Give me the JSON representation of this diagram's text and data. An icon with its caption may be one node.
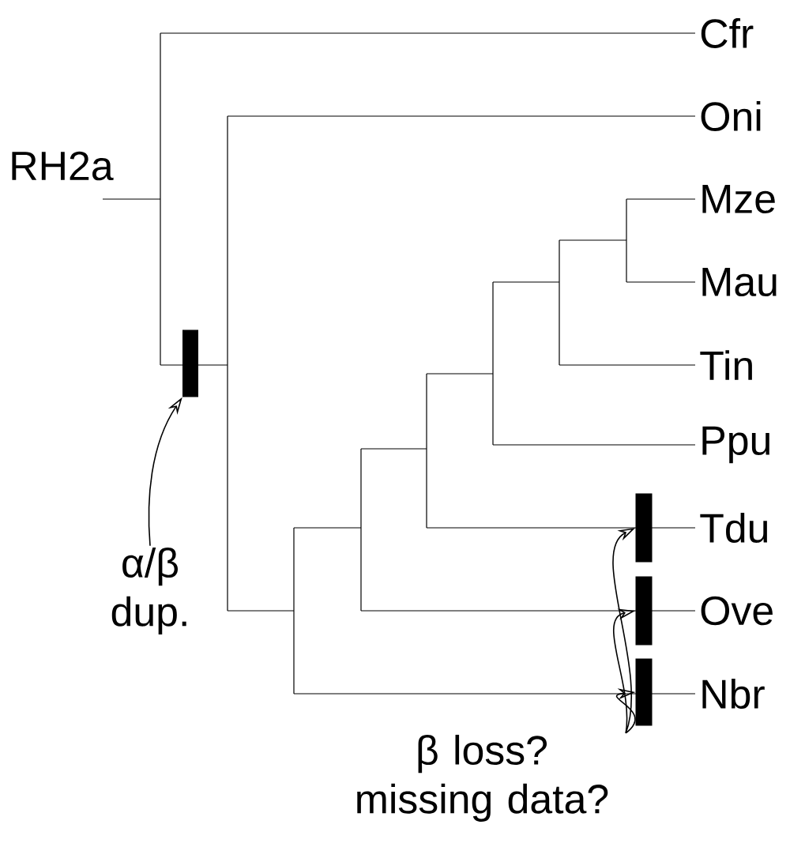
{
  "diagram": {
    "nodes": [
      {
        "text": [],
        "shape": "bar"
      },
      {
        "text": [
          "α/β dup."
        ]
      },
      {
        "text": [],
        "shape": "bar"
      },
      {
        "text": [],
        "shape": "bar"
      },
      {
        "text": [],
        "shape": "bar"
      },
      {
        "text": [
          "β loss? missing data?"
        ]
      }
    ],
    "edges": [
      {
        "from": 1,
        "to": 0,
        "arrow": "to"
      },
      {
        "from": 5,
        "to": 2,
        "arrow": "to"
      },
      {
        "from": 5,
        "to": 3,
        "arrow": "to"
      },
      {
        "from": 5,
        "to": 4,
        "arrow": "to"
      }
    ],
    "labels": [
      "RH2a",
      "Cfr",
      "Oni",
      "Mze",
      "Mau",
      "Tin",
      "Ppu",
      "Tdu",
      "Ove",
      "Nbr"
    ]
  }
}
